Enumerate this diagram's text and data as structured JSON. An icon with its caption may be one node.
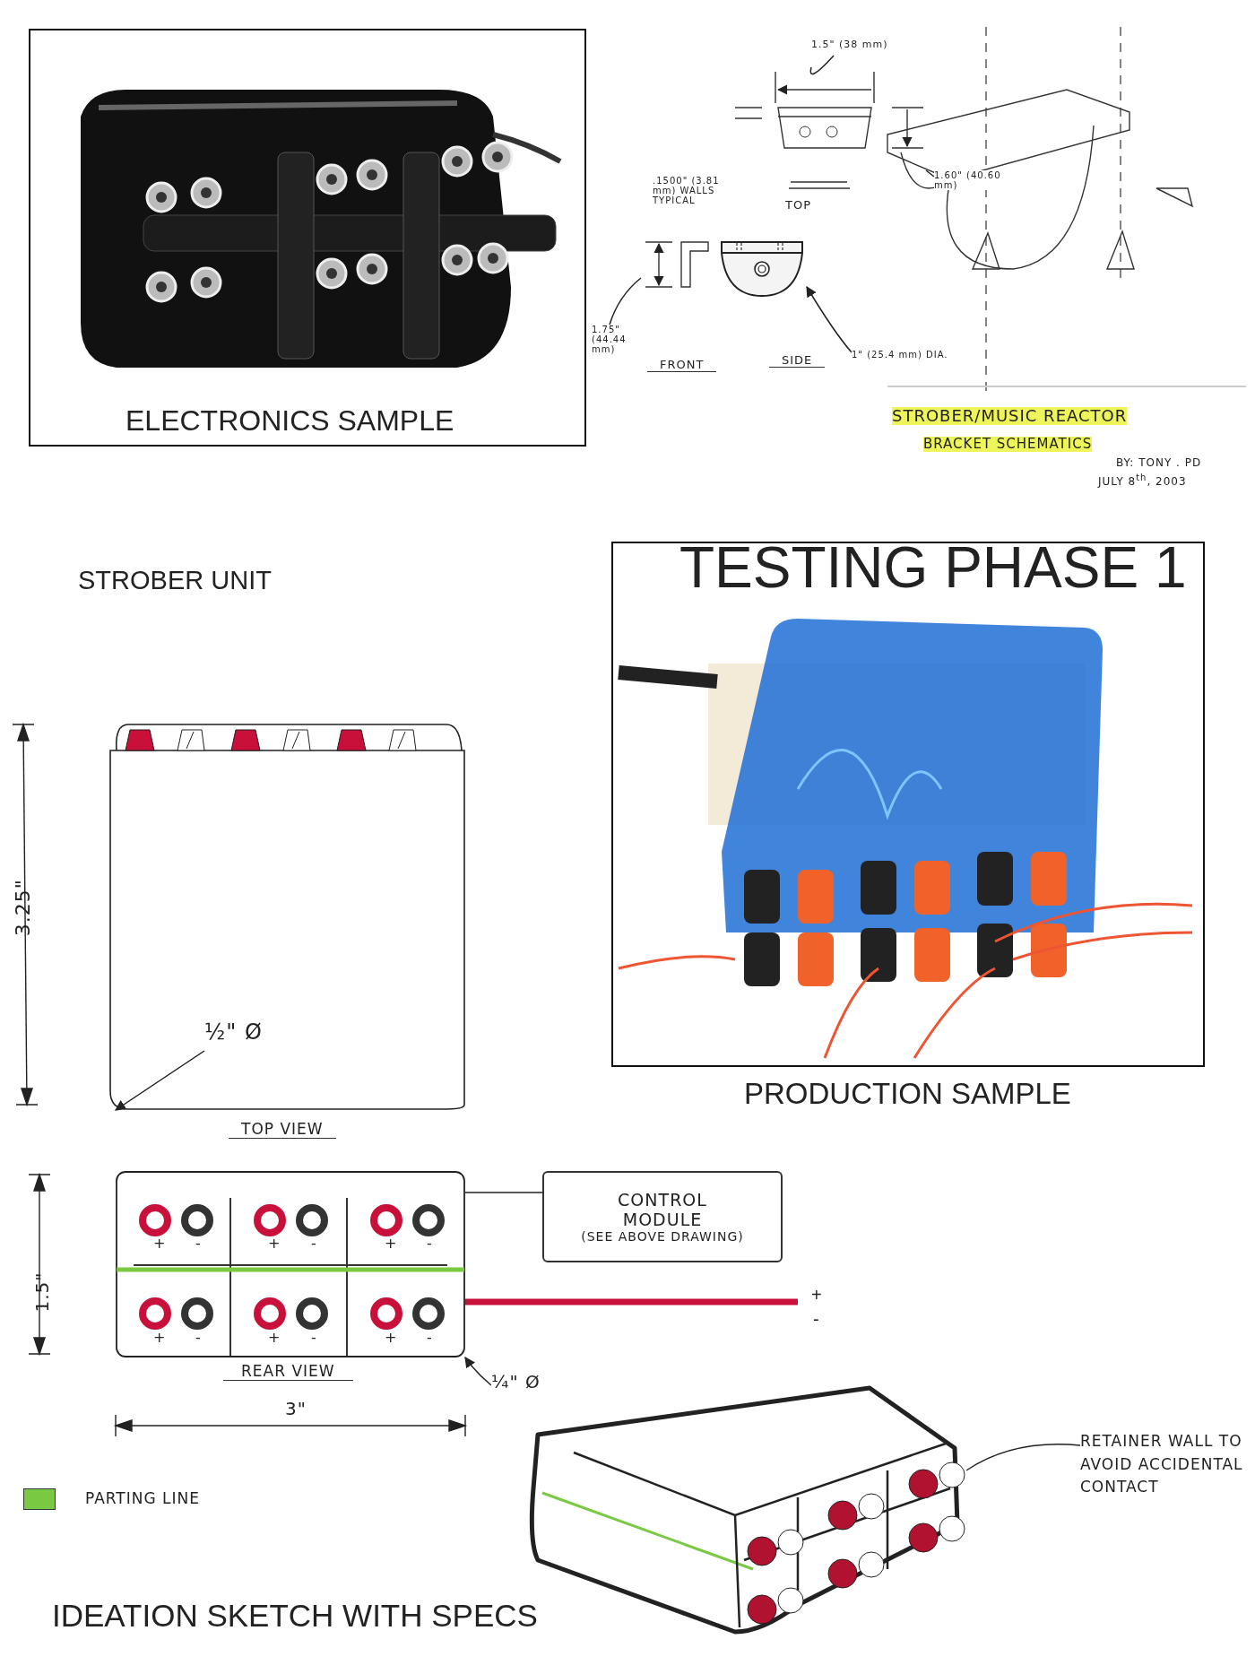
{
  "diagram": {
    "nodes": [
      {
        "text": [
          "CONTROL MODULE",
          "(SEE ABOVE DRAWING)"
        ]
      },
      {
        "text": [
          "REAR VIEW"
        ]
      },
      {
        "text": [
          "RETAINER WALL TO AVOID ACCIDENTAL CONTACT"
        ]
      },
      {
        "text": [],
        "shape": "picture"
      },
      {
        "text": [],
        "shape": "picture"
      },
      {
        "text": [
          "½\" Ø"
        ],
        "in": 4
      },
      {
        "text": [
          "¼\" Ø"
        ]
      },
      {
        "text": [
          "1\" (25.4 mm) DIA."
        ]
      },
      {
        "text": [
          "1.5\" (38 mm)"
        ]
      },
      {
        "text": [
          "1.60\" (40.60 mm)"
        ]
      },
      {
        "text": [
          "1.75\" (44.44 mm)"
        ]
      },
      {
        "text": [],
        "shape": "picture"
      },
      {
        "text": [],
        "shape": "picture"
      },
      {
        "text": [],
        "shape": "picture"
      }
    ],
    "edges": [
      {
        "from": 1,
        "to": 0,
        "arrow": "none"
      },
      {
        "from": 1,
        "to": null,
        "arrow": "none",
        "style": "thick",
        "color": "#c8103a"
      },
      {
        "from": 2,
        "to": 3,
        "arrow": "none"
      },
      {
        "from": 5,
        "to": 4,
        "arrow": "to"
      },
      {
        "from": 6,
        "to": 1,
        "arrow": "to"
      },
      {
        "from": 7,
        "to": 13,
        "arrow": "to"
      },
      {
        "from": 8,
        "to": 11,
        "arrow": "none"
      },
      {
        "from": 9,
        "to": 11,
        "arrow": "none"
      },
      {
        "from": 10,
        "to": 12,
        "arrow": "none"
      }
    ],
    "labels": [
      "ELECTRONICS SAMPLE",
      "TOP",
      ".1500\" (3.81 mm) WALLS TYPICAL",
      "FRONT",
      "SIDE",
      "STROBER/MUSIC REACTOR",
      "BRACKET SCHEMATICS",
      "BY: TONY . PD",
      "JULY 8$^{th}$, 2003",
      "STROBER UNIT",
      "TESTING PHASE 1",
      "PRODUCTION SAMPLE",
      "3.25\"",
      "TOP VIEW",
      "1.5\"",
      "+",
      "-",
      "+",
      "-",
      "+",
      "-",
      "+",
      "-",
      "+",
      "-",
      "+",
      "-",
      "+",
      "-",
      "3\"",
      "IDEATION SKETCH WITH SPECS"
    ],
    "legend": [
      {
        "text": "PARTING LINE",
        "color": "#7ac943"
      }
    ]
  }
}
